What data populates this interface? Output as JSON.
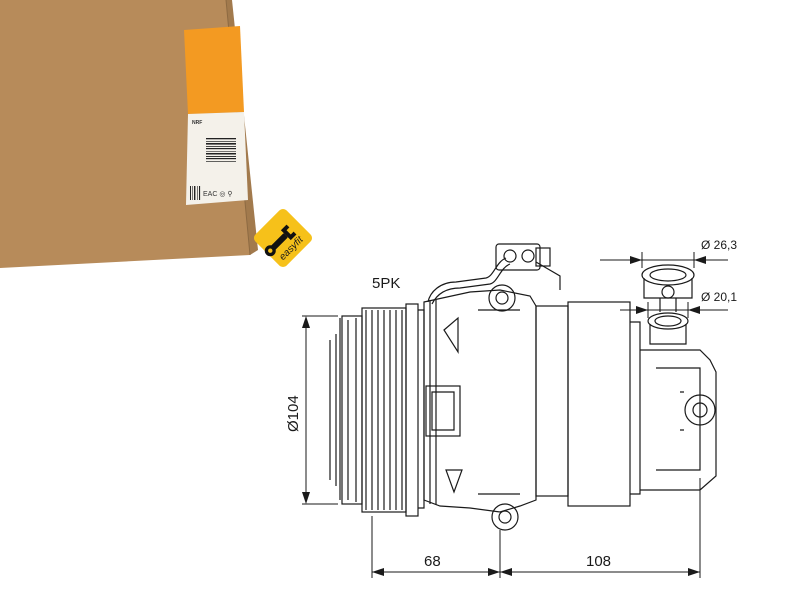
{
  "colors": {
    "box_front": "#b78b5a",
    "box_top": "#d5b48a",
    "box_side": "#a27a4d",
    "label_orange": "#f39a22",
    "badge_yellow": "#f6c11a",
    "line": "#1a1a1a"
  },
  "package": {
    "label_brand": "NRF",
    "cert_marks": "EAC ◎ ⚲"
  },
  "easyfit": {
    "label": "easyfit",
    "icon": "wrench-icon"
  },
  "drawing": {
    "belt_label": "5PK",
    "pulley_diameter": "Ø104",
    "port_diameter_1": "Ø 26,3",
    "port_diameter_2": "Ø 20,1",
    "length_1": "68",
    "length_2": "108"
  }
}
